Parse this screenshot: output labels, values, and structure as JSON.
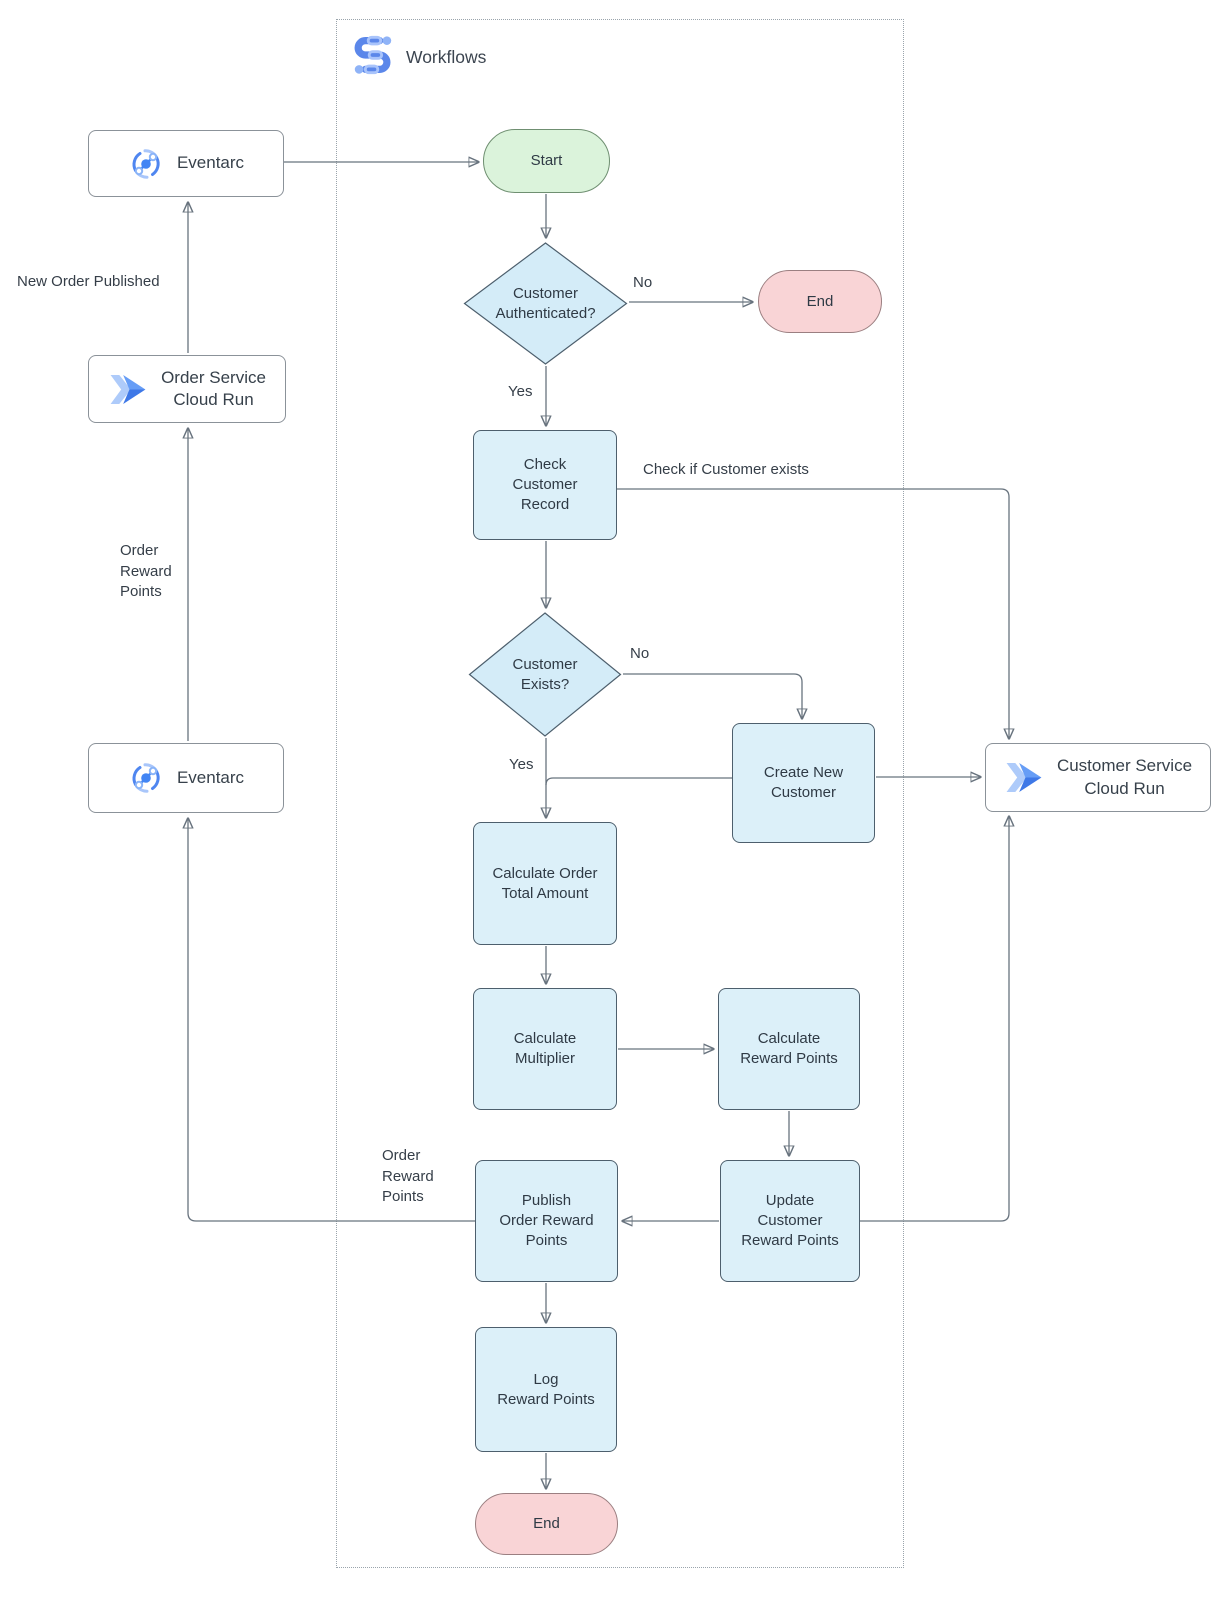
{
  "diagram": {
    "title": "Workflows",
    "nodes": {
      "eventarc_top": {
        "label": "Eventarc",
        "icon": "eventarc-icon"
      },
      "order_service": {
        "label": "Order Service\nCloud Run",
        "icon": "cloud-run-icon"
      },
      "eventarc_bottom": {
        "label": "Eventarc",
        "icon": "eventarc-icon"
      },
      "customer_service": {
        "label": "Customer Service\nCloud Run",
        "icon": "cloud-run-icon"
      },
      "start": {
        "label": "Start"
      },
      "customer_authenticated": {
        "label": "Customer\nAuthenticated?"
      },
      "end_top": {
        "label": "End"
      },
      "check_customer_record": {
        "label": "Check\nCustomer\nRecord"
      },
      "customer_exists": {
        "label": "Customer\nExists?"
      },
      "create_new_customer": {
        "label": "Create New\nCustomer"
      },
      "calculate_order_total": {
        "label": "Calculate Order\nTotal Amount"
      },
      "calculate_multiplier": {
        "label": "Calculate\nMultiplier"
      },
      "calculate_reward_points": {
        "label": "Calculate\nReward Points"
      },
      "update_customer_reward_points": {
        "label": "Update\nCustomer\nReward Points"
      },
      "publish_order_reward_points": {
        "label": "Publish\nOrder Reward\nPoints"
      },
      "log_reward_points": {
        "label": "Log\nReward Points"
      },
      "end_bottom": {
        "label": "End"
      }
    },
    "edge_labels": {
      "new_order_published": "New Order Published",
      "order_reward_points_left": "Order\nReward\nPoints",
      "order_reward_points_mid": "Order\nReward\nPoints",
      "check_if_customer_exists": "Check if Customer exists",
      "auth_no": "No",
      "auth_yes": "Yes",
      "exists_no": "No",
      "exists_yes": "Yes"
    },
    "colors": {
      "process_fill": "#dcf0f9",
      "process_stroke": "#4d5f6d",
      "start_fill": "#dbf3db",
      "end_fill": "#f9d4d6",
      "line": "#68737e",
      "arrowhead": "#2e3b49",
      "google_blue": "#4285f4",
      "light_blue": "#aecbfa"
    }
  }
}
